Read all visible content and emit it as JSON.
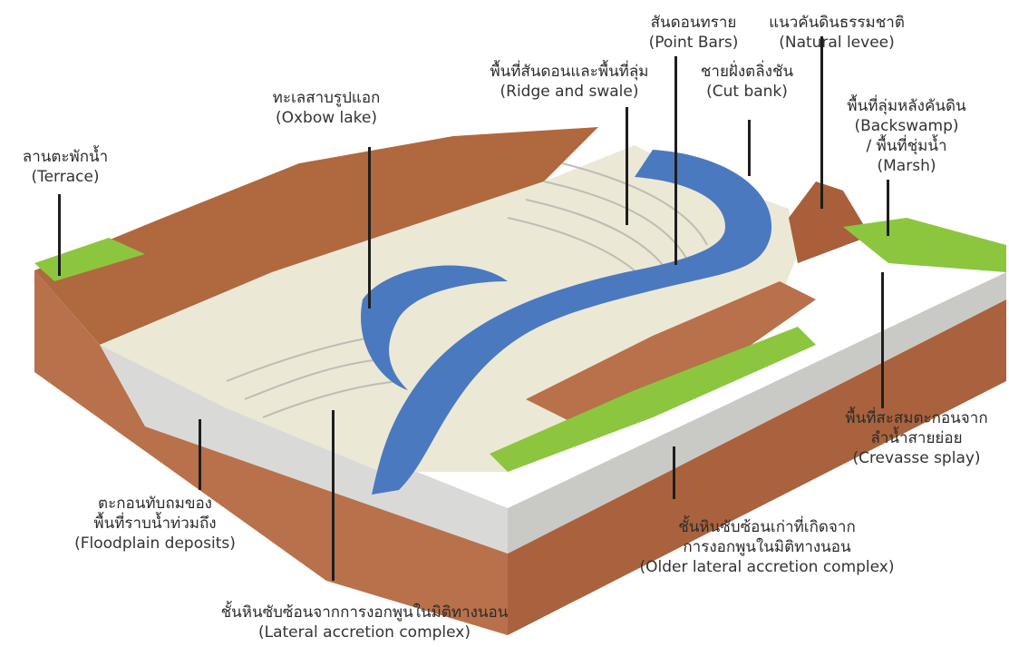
{
  "labels": {
    "terrace": {
      "th": "ลานตะพักน้ำ",
      "en": "(Terrace)"
    },
    "oxbow": {
      "th": "ทะเลสาบรูปแอก",
      "en": "(Oxbow lake)"
    },
    "ridge": {
      "th": "พื้นที่สันดอนและพื้นที่ลุ่ม",
      "en": "(Ridge and swale)"
    },
    "pointbars": {
      "th": "สันดอนทราย",
      "en": "(Point Bars)"
    },
    "levee": {
      "th": "แนวคันดินธรรมชาติ",
      "en": "(Natural levee)"
    },
    "cutbank": {
      "th": "ชายฝั่งตลิ่งชัน",
      "en": "(Cut bank)"
    },
    "backswamp": {
      "th": "พื้นที่ลุ่มหลังคันดิน",
      "en": "(Backswamp)",
      "th2": "/ พื้นที่ชุ่มน้ำ",
      "en2": "(Marsh)"
    },
    "crevasse": {
      "th": "พื้นที่สะสมตะกอนจาก",
      "th2": "ลำน้ำสายย่อย",
      "en": "(Crevasse splay)"
    },
    "floodplain": {
      "th": "ตะกอนทับถมของ",
      "th2": "พื้นที่ราบน้ำท่วมถึง",
      "en": "(Floodplain deposits)"
    },
    "older": {
      "th": "ชั้นหินซับซ้อนเก่าที่เกิดจาก",
      "th2": "การงอกพูนในมิติทางนอน",
      "en": "(Older lateral accretion complex)"
    },
    "lateral": {
      "th": "ชั้นหินซับซ้อนจากการงอกพูนในมิติทางนอน",
      "en": "(Lateral accretion complex)"
    }
  },
  "colors": {
    "soil": "#b8714a",
    "soil_dark": "#8e4f30",
    "grass": "#8cc63f",
    "water": "#4a79c0",
    "sand": "#ece8d6",
    "deposit": "#d9dad8"
  }
}
